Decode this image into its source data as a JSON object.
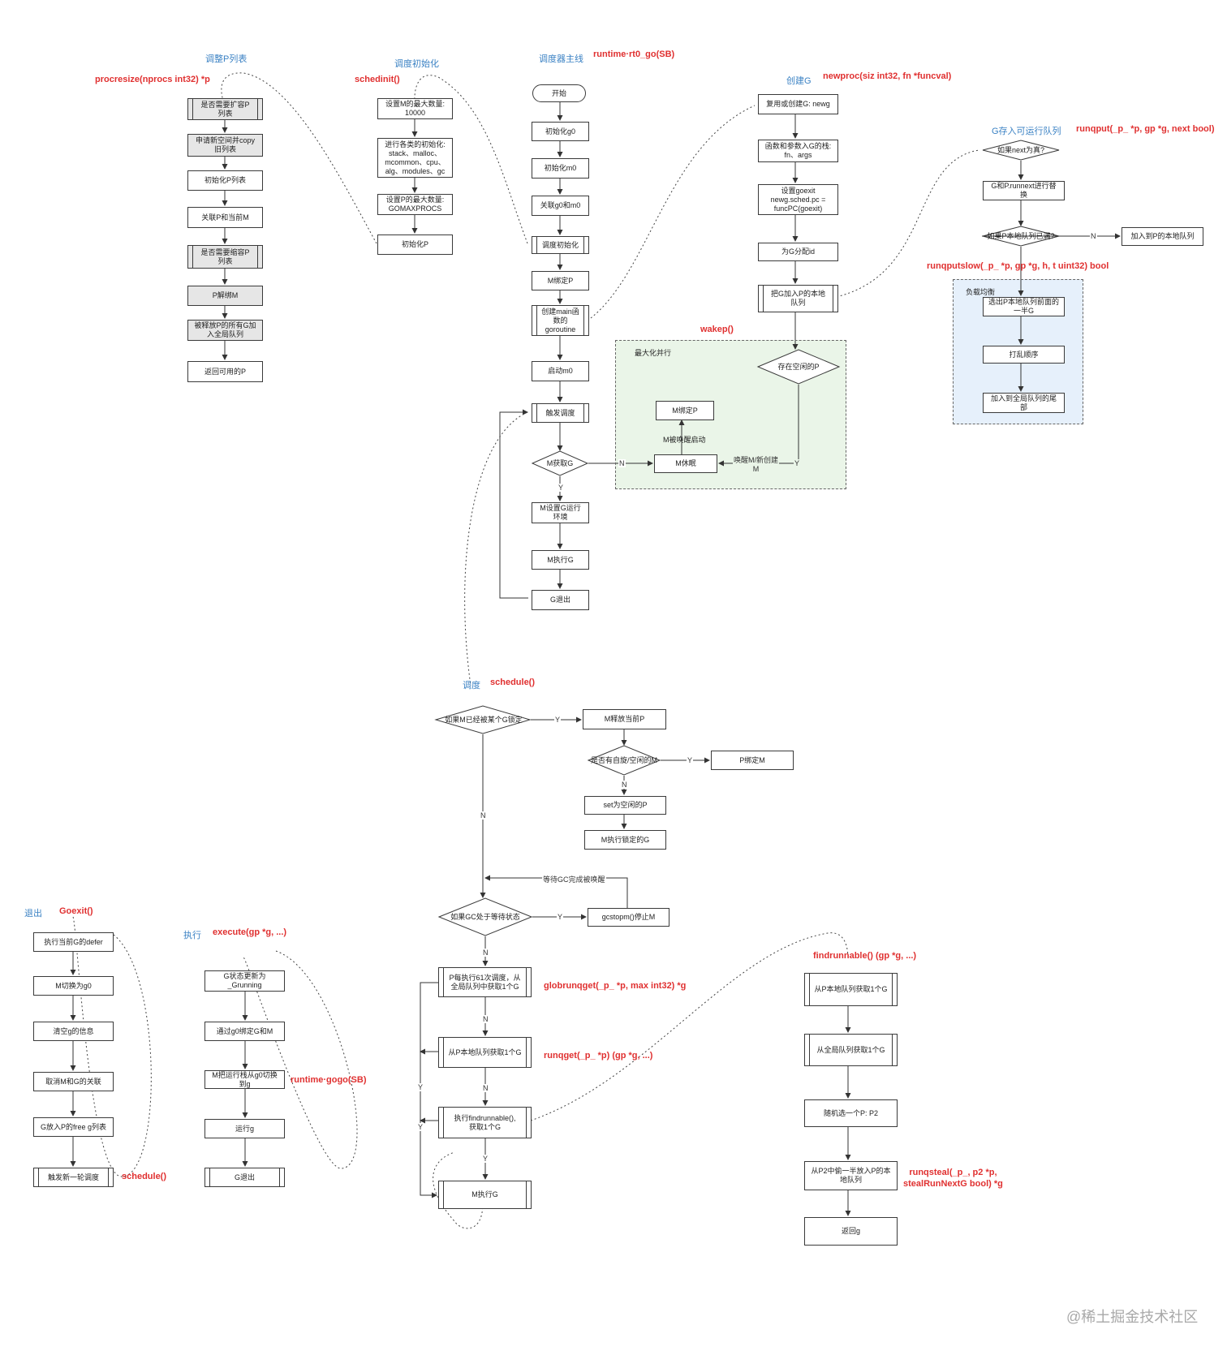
{
  "watermark": "@稀土掘金技术社区",
  "procresize": {
    "title": "调整P列表",
    "func": "procresize(nprocs int32) *p",
    "steps": [
      "是否需要扩容P\n列表",
      "申请新空间并copy\n旧列表",
      "初始化P列表",
      "关联P和当前M",
      "是否需要缩容P\n列表",
      "P解绑M",
      "被释放P的所有G加\n入全局队列",
      "返回可用的P"
    ]
  },
  "schedinit": {
    "title": "调度初始化",
    "func": "schedinit()",
    "steps": [
      "设置M的最大数量:\n10000",
      "进行各类的初始化:\nstack、malloc、\nmcommon、cpu、\nalg、modules、gc",
      "设置P的最大数量:\nGOMAXPROCS",
      "初始化P"
    ]
  },
  "main": {
    "title": "调度器主线",
    "func": "runtime·rt0_go(SB)",
    "start": "开始",
    "steps": [
      "初始化g0",
      "初始化m0",
      "关联g0和m0",
      "调度初始化",
      "M绑定P",
      "创建main函\n数的\ngoroutine",
      "启动m0",
      "触发调度"
    ],
    "decision": "M获取G",
    "after": [
      "M设置G运行\n环境",
      "M执行G",
      "G退出"
    ]
  },
  "newproc": {
    "title": "创建G",
    "func": "newproc(siz int32, fn *funcval)",
    "steps": [
      "复用或创建G: newg",
      "函数和参数入G的栈:\nfn、args",
      "设置goexit\nnewg.sched.pc =\nfuncPC(goexit)",
      "为G分配id",
      "把G加入P的本地\n队列"
    ],
    "decision": "存在空闲的P"
  },
  "wakep": {
    "func": "wakep()",
    "region": "最大化并行",
    "bound": "M绑定P",
    "woke": "M被唤醒启动",
    "sleep": "M休眠",
    "wake": "唤醒M/新创建\nM"
  },
  "runqput": {
    "title": "G存入可运行队列",
    "func": "runqput(_p_ *p, gp *g, next bool)",
    "d1": "如果next为真?",
    "swap": "G和P.runnext进行替\n换",
    "d2": "如果P本地队列已满?",
    "local": "加入到P的本地队列"
  },
  "runqputslow": {
    "func": "runqputslow(_p_ *p, gp *g, h, t uint32) bool",
    "region": "负载均衡",
    "steps": [
      "选出P本地队列前面的\n一半G",
      "打乱顺序",
      "加入到全局队列的尾\n部"
    ]
  },
  "schedule": {
    "title": "调度",
    "func": "schedule()",
    "d1": "如果M已经被某个G锁定",
    "release": "M释放当前P",
    "d2": "是否有自旋/空闲的M",
    "bindm": "P绑定M",
    "setidle": "set为空闲的P",
    "runlocked": "M执行锁定的G",
    "waitgc": "等待GC完成被唤醒",
    "d3": "如果GC处于等待状态",
    "stopm": "gcstopm()停止M",
    "p61": "P每执行61次调度，从\n全局队列中获取1个G",
    "local": "从P本地队列获取1个G",
    "find": "执行findrunnable(),\n获取1个G",
    "exec": "M执行G",
    "globrunqget": "globrunqget(_p_ *p, max int32) *g",
    "runqget": "runqget(_p_ *p) (gp *g, ...)"
  },
  "findrunnable": {
    "func": "findrunnable() (gp *g, ...)",
    "steps": [
      "从P本地队列获取1个G",
      "从全局队列获取1个G",
      "随机选一个P: P2",
      "从P2中偷一半放入P的本\n地队列",
      "返回g"
    ],
    "runqsteal": "runqsteal(_p_, p2 *p,\nstealRunNextG bool) *g"
  },
  "goexit": {
    "title": "退出",
    "func": "Goexit()",
    "steps": [
      "执行当前G的defer",
      "M切换为g0",
      "清空g的信息",
      "取消M和G的关联",
      "G放入P的free g列表",
      "触发新一轮调度"
    ],
    "schedule": "schedule()"
  },
  "execute": {
    "title": "执行",
    "func": "execute(gp *g, ...)",
    "steps": [
      "G状态更新为\n_Grunning",
      "通过g0绑定G和M",
      "M把运行栈从g0切换\n到g",
      "运行g",
      "G退出"
    ],
    "gogo": "runtime·gogo(SB)"
  },
  "edge": {
    "y": "Y",
    "n": "N"
  }
}
